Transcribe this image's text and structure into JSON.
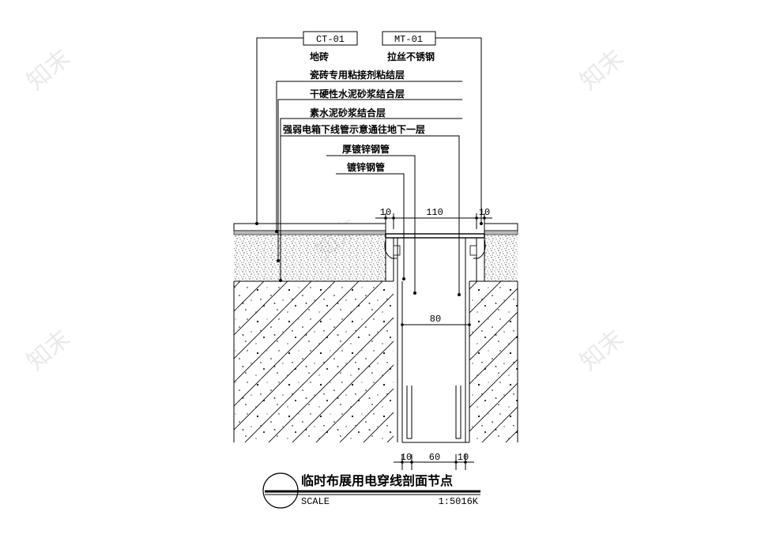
{
  "watermark": "知末",
  "tags": [
    {
      "code": "CT-01",
      "name": "地砖"
    },
    {
      "code": "MT-01",
      "name": "拉丝不锈钢"
    }
  ],
  "layer_labels": [
    "瓷砖专用粘接剂粘结层",
    "干硬性水泥砂浆结合层",
    "素水泥砂浆结合层",
    "强弱电箱下线管示意通往地下一层",
    "厚镀锌钢管",
    "镀锌钢管"
  ],
  "dimensions": {
    "top_left": "10",
    "top_mid": "110",
    "top_right": "10",
    "middle": "80",
    "bottom_left": "10",
    "bottom_mid": "60",
    "bottom_right": "10"
  },
  "title_block": {
    "title": "临时布展用电穿线剖面节点",
    "scale_label": "SCALE",
    "scale_value": "1:5016K"
  }
}
